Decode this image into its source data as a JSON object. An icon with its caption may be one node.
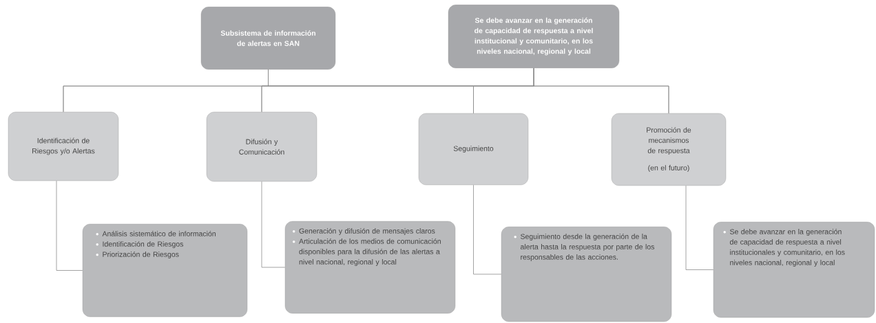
{
  "diagram": {
    "nodes": [
      {
        "text": [
          "Subsistema de información de alertas en SAN"
        ]
      },
      {
        "text": [
          "Se debe avanzar en la generación de capacidad de respuesta a nivel institucional y comunitario, en los niveles nacional, regional y local"
        ]
      },
      {
        "text": [
          "Identificación de Riesgos y/o Alertas"
        ]
      },
      {
        "text": [
          "Difusión y Comunicación"
        ]
      },
      {
        "text": [
          "Seguimiento"
        ]
      },
      {
        "text": [
          "Promoción de mecanismos de respuesta",
          "(en el futuro)"
        ]
      },
      {
        "text": [
          "Análisis sistemático de información",
          "Identificación de Riesgos",
          "Priorización de Riesgos"
        ]
      },
      {
        "text": [
          "Generación y difusión de mensajes claros",
          "Articulación de los medios de comunicación disponibles para la difusión de las alertas a nivel nacional, regional y local"
        ]
      },
      {
        "text": [
          "Seguimiento desde la generación de la alerta hasta la respuesta por parte de los responsables de las acciones."
        ]
      },
      {
        "text": [
          "Se debe avanzar en la generación de capacidad de respuesta a nivel institucionales y comunitario, en los niveles nacional, regional y local"
        ]
      }
    ],
    "edges": [
      {
        "from": 0,
        "to": 2,
        "arrow": "none"
      },
      {
        "from": 0,
        "to": 3,
        "arrow": "none"
      },
      {
        "from": 0,
        "to": 4,
        "arrow": "none"
      },
      {
        "from": 0,
        "to": 5,
        "arrow": "none"
      },
      {
        "from": 1,
        "to": 2,
        "arrow": "none"
      },
      {
        "from": 1,
        "to": 3,
        "arrow": "none"
      },
      {
        "from": 1,
        "to": 4,
        "arrow": "none"
      },
      {
        "from": 1,
        "to": 5,
        "arrow": "none"
      },
      {
        "from": 2,
        "to": 6,
        "arrow": "none"
      },
      {
        "from": 3,
        "to": 7,
        "arrow": "none"
      },
      {
        "from": 4,
        "to": 8,
        "arrow": "none"
      },
      {
        "from": 5,
        "to": 9,
        "arrow": "none"
      }
    ]
  }
}
